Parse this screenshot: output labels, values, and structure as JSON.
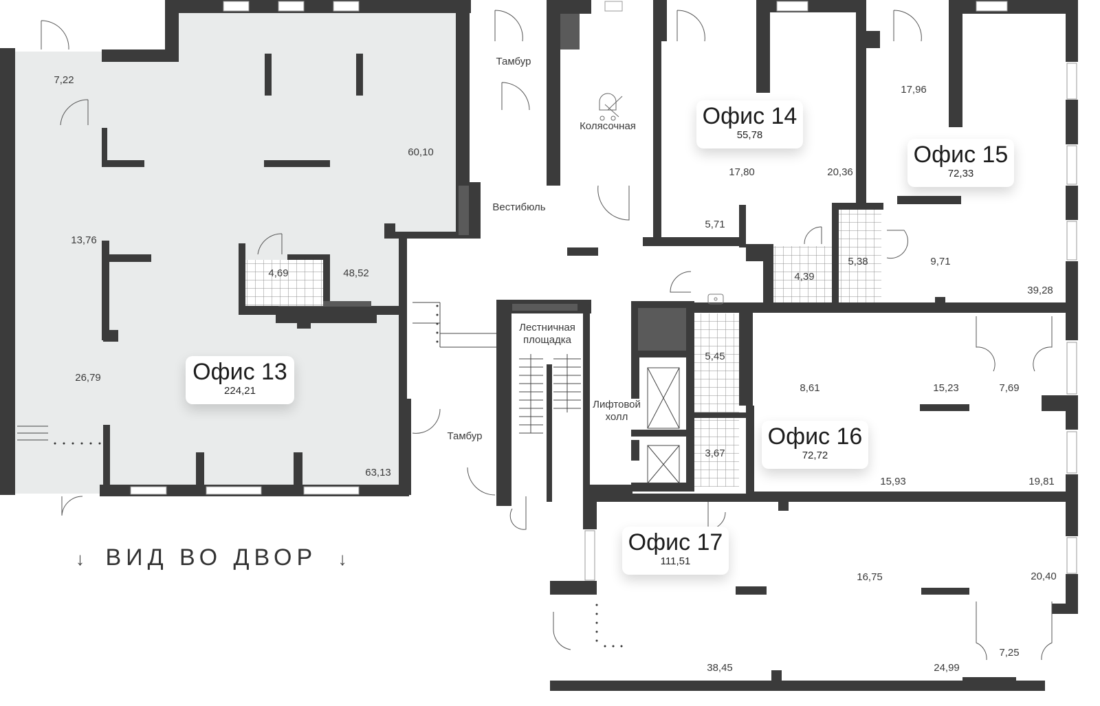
{
  "offices": [
    {
      "name": "Офис 13",
      "area": "224,21"
    },
    {
      "name": "Офис 14",
      "area": "55,78"
    },
    {
      "name": "Офис 15",
      "area": "72,33"
    },
    {
      "name": "Офис 16",
      "area": "72,72"
    },
    {
      "name": "Офис 17",
      "area": "111,51"
    }
  ],
  "rooms": {
    "o13": [
      "7,22",
      "60,10",
      "13,76",
      "4,69",
      "48,52",
      "26,79",
      "63,13"
    ],
    "o14": [
      "17,80",
      "20,36",
      "5,71",
      "4,39"
    ],
    "o15": [
      "17,96",
      "9,71",
      "39,28",
      "5,38"
    ],
    "o16": [
      "5,45",
      "3,67",
      "8,61",
      "15,23",
      "7,69",
      "15,93",
      "19,81"
    ],
    "o17": [
      "16,75",
      "20,40",
      "7,25",
      "38,45",
      "24,99"
    ]
  },
  "common": {
    "tambur_top": "Тамбур",
    "vestibule": "Вестибюль",
    "stroller_room": "Колясочная",
    "stair_1": "Лестничная",
    "stair_2": "площадка",
    "lift_1": "Лифтовой",
    "lift_2": "холл",
    "tambur_bottom": "Тамбур"
  },
  "view_label": "ВИД ВО ДВОР",
  "view_arrow": "↓",
  "colors": {
    "wall": "#3b3b3b",
    "wall_inner": "#5a5a5a",
    "highlight_fill": "#e9ebeb",
    "tile": "#9a9a9a"
  }
}
